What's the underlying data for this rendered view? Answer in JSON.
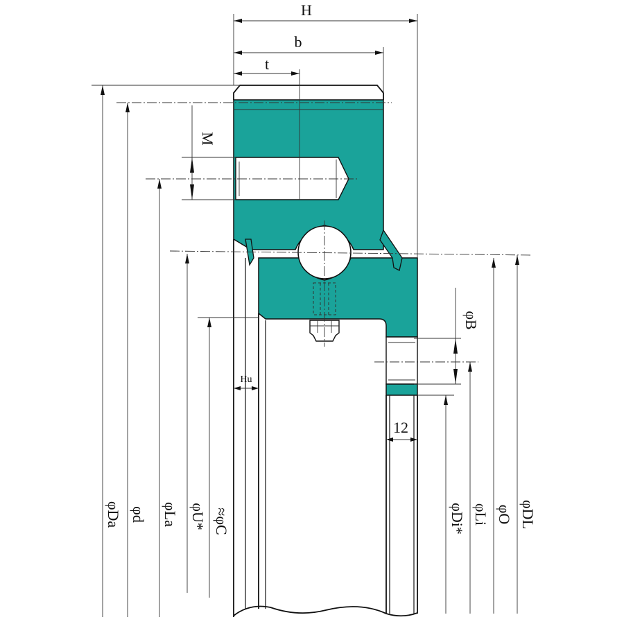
{
  "dimensions": {
    "H": "H",
    "b": "b",
    "t": "t",
    "M": "M",
    "Hu": "Hu",
    "twelve": "12",
    "B": "φB",
    "Da": "φDa",
    "d": "φd",
    "La": "φLa",
    "U": "φU*",
    "C": "≈φC",
    "Di": "φDi*",
    "Li": "φLi",
    "O": "φO",
    "DL": "φDL"
  },
  "colors": {
    "ring_fill": "#1aa39a",
    "line": "#222222"
  }
}
